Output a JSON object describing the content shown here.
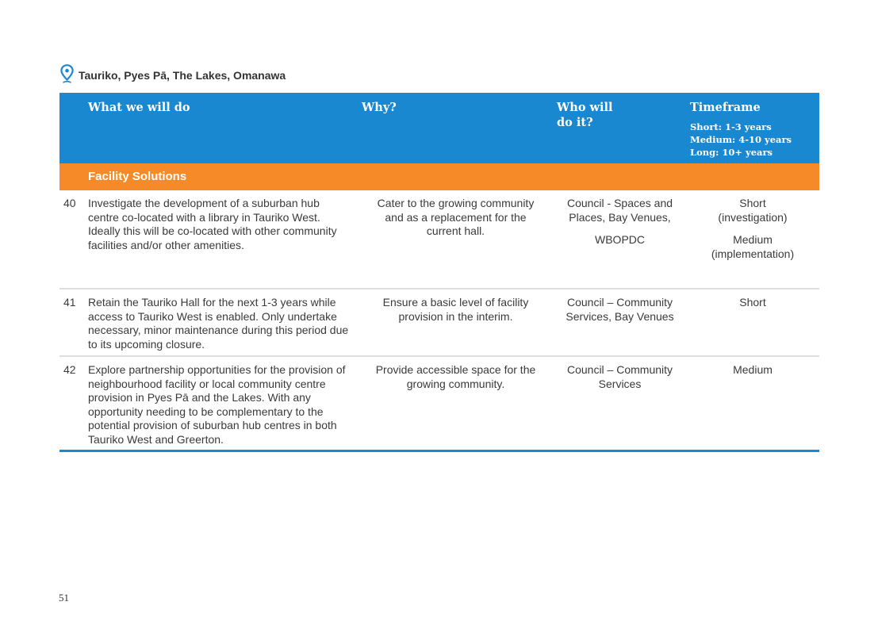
{
  "location": {
    "icon": "map-pin-icon",
    "icon_color": "#1a88d1",
    "title": "Tauriko, Pyes Pā, The Lakes, Omanawa"
  },
  "table": {
    "header_color": "#1a88d1",
    "section_color": "#f68a29",
    "headers": {
      "what": "What we will do",
      "why": "Why?",
      "who_line1": "Who will",
      "who_line2": "do it?",
      "timeframe": "Timeframe",
      "timeframe_short": "Short: 1-3 years",
      "timeframe_medium": "Medium: 4-10 years",
      "timeframe_long": "Long: 10+ years"
    },
    "section": "Facility Solutions",
    "rows": [
      {
        "num": "40",
        "what": "Investigate the development of a suburban hub centre co-located with a library in Tauriko West. Ideally this will be co-located with other community facilities and/or other amenities.",
        "why": "Cater to the growing community and as a replacement for the current hall.",
        "who_a": "Council - Spaces and Places, Bay Venues,",
        "who_b": "WBOPDC",
        "time_a": "Short (investigation)",
        "time_b": "Medium (implementation)"
      },
      {
        "num": "41",
        "what": "Retain the Tauriko Hall for the next 1-3 years while access to Tauriko West is enabled. Only undertake necessary, minor maintenance during this period due to its upcoming closure.",
        "why": "Ensure a basic level of facility provision in the interim.",
        "who": "Council – Community Services, Bay Venues",
        "time": "Short"
      },
      {
        "num": "42",
        "what": "Explore partnership opportunities for the provision of neighbourhood facility or local community centre provision in Pyes Pā and the Lakes. With any opportunity needing to be complementary to the potential provision of suburban hub centres in both Tauriko West and Greerton.",
        "why": "Provide accessible space for the growing community.",
        "who": "Council – Community Services",
        "time": "Medium"
      }
    ]
  },
  "page_number": "51"
}
